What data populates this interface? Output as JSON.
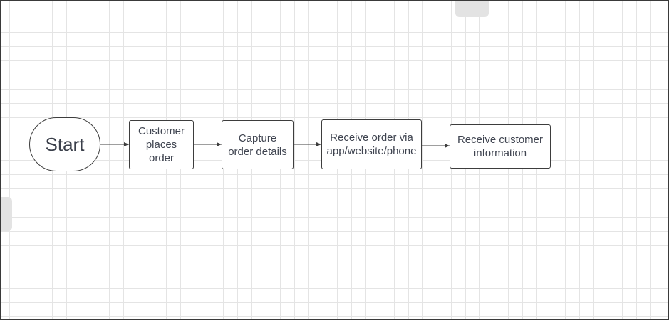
{
  "diagram": {
    "nodes": [
      {
        "id": "start",
        "label": "Start",
        "shape": "terminator"
      },
      {
        "id": "places",
        "label": "Customer\nplaces\norder",
        "shape": "process"
      },
      {
        "id": "capture",
        "label": "Capture\norder details",
        "shape": "process"
      },
      {
        "id": "receive_order",
        "label": "Receive order via\napp/website/phone",
        "shape": "process"
      },
      {
        "id": "receive_info",
        "label": "Receive customer\ninformation",
        "shape": "process"
      }
    ],
    "edges": [
      {
        "from": "start",
        "to": "places"
      },
      {
        "from": "places",
        "to": "capture"
      },
      {
        "from": "capture",
        "to": "receive_order"
      },
      {
        "from": "receive_order",
        "to": "receive_info"
      }
    ],
    "colors": {
      "stroke": "#3d3d3d",
      "text": "#3f4450",
      "grid": "#e4e4e4"
    }
  }
}
